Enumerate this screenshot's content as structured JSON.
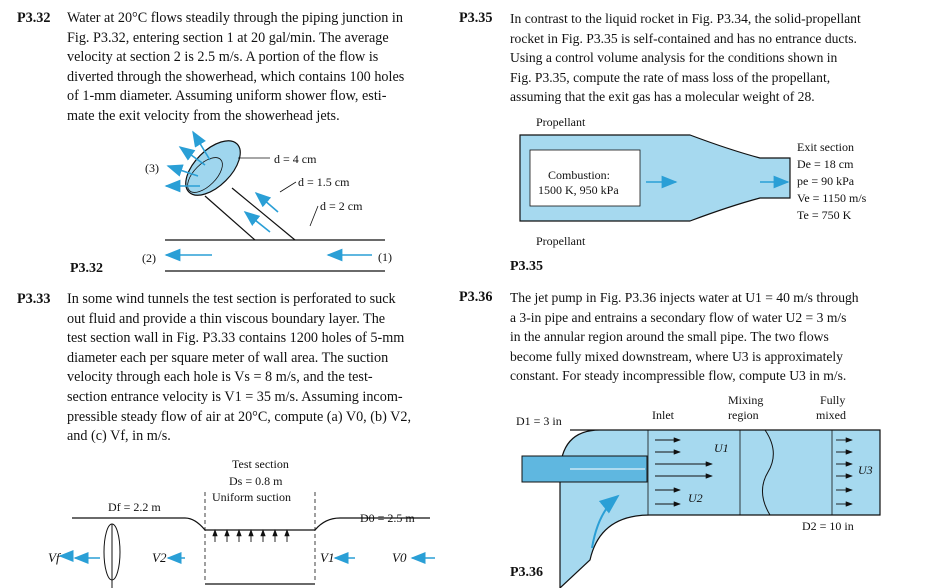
{
  "problems": {
    "p332": {
      "number": "P3.32",
      "lines": [
        "Water at 20°C flows steadily through the piping junction in",
        "Fig. P3.32, entering section 1 at 20 gal/min. The average",
        "velocity at section 2 is 2.5 m/s. A portion of the flow is",
        "diverted through the showerhead, which contains 100 holes",
        "of 1-mm diameter. Assuming uniform shower flow, esti-",
        "mate the exit velocity from the showerhead jets."
      ]
    },
    "p333": {
      "number": "P3.33",
      "lines": [
        "In some wind tunnels the test section is perforated to suck",
        "out fluid and provide a thin viscous boundary layer. The",
        "test section wall in Fig. P3.33 contains 1200 holes of 5-mm",
        "diameter each per square meter of wall area. The suction",
        "velocity through each hole is Vs = 8 m/s, and the test-",
        "section entrance velocity is V1 = 35 m/s. Assuming incom-",
        "pressible steady flow of air at 20°C, compute (a) V0, (b) V2,",
        "and (c) Vf, in m/s."
      ]
    },
    "p335": {
      "number": "P3.35",
      "lines": [
        "In contrast to the liquid rocket in Fig. P3.34, the solid-propellant",
        "rocket in Fig. P3.35 is self-contained and has no entrance ducts.",
        "Using a control volume analysis for the conditions shown in",
        "Fig. P3.35, compute the rate of mass loss of the propellant,",
        "assuming that the exit gas has a molecular weight of 28."
      ]
    },
    "p336": {
      "number": "P3.36",
      "lines": [
        "The jet pump in Fig. P3.36 injects water at U1 = 40 m/s through",
        "a 3-in pipe and entrains a secondary flow of water U2 = 3 m/s",
        "in the annular region around the small pipe. The two flows",
        "become fully mixed downstream, where U3 is approximately",
        "constant. For steady incompressible flow, compute U3 in m/s."
      ]
    }
  },
  "fig332": {
    "caption": "P3.32",
    "label3": "(3)",
    "label2": "(2)",
    "label1": "(1)",
    "d1": "d = 4 cm",
    "d2": "d = 1.5 cm",
    "d3": "d = 2 cm"
  },
  "fig333": {
    "test_section": "Test section",
    "ds": "Ds = 0.8 m",
    "uniform_suction": "Uniform suction",
    "df": "Df = 2.2 m",
    "d0": "D0 = 2.5 m",
    "vf": "Vf",
    "v2": "V2",
    "v1": "V1",
    "v0": "V0"
  },
  "fig335": {
    "caption": "P3.35",
    "propellant_top": "Propellant",
    "propellant_bottom": "Propellant",
    "combustion": "Combustion:",
    "conditions": "1500 K, 950 kPa",
    "exit_section": "Exit section",
    "de": "De = 18 cm",
    "pe": "pe = 90 kPa",
    "ve": "Ve = 1150 m/s",
    "te": "Te = 750 K"
  },
  "fig336": {
    "caption": "P3.36",
    "d1": "D1 = 3 in",
    "inlet": "Inlet",
    "mixing1": "Mixing",
    "mixing2": "region",
    "fully1": "Fully",
    "fully2": "mixed",
    "u1": "U1",
    "u2": "U2",
    "u3": "U3",
    "d2": "D2 = 10 in"
  }
}
